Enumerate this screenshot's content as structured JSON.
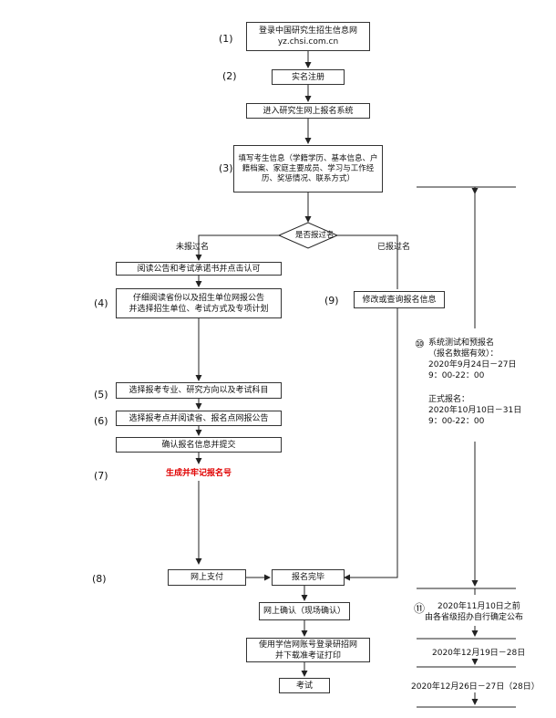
{
  "steps": [
    "(1)",
    "(2)",
    "(3)",
    "(4)",
    "(5)",
    "(6)",
    "(7)",
    "(8)",
    "(9)",
    "⑩",
    "⑪"
  ],
  "boxes": {
    "b1": "登录中国研究生招生信息网\nyz.chsi.com.cn",
    "b2": "实名注册",
    "b3": "进入研究生网上报名系统",
    "b4": "填写考生信息（学籍学历、基本信息、户籍档案、家庭主要成员、学习与工作经历、奖惩情况、联系方式）",
    "decision": "是否报过名",
    "b5": "阅读公告和考试承诺书并点击认可",
    "b6": "仔细阅读省份以及招生单位网报公告\n并选择招生单位、考试方式及专项计划",
    "b7": "选择报考专业、研究方向以及考试科目",
    "b8": "选择报考点并阅读省、报名点网报公告",
    "b9": "确认报名信息并提交",
    "b10": "生成并牢记报名号",
    "b11": "网上支付",
    "b12": "报名完毕",
    "b13": "网上确认（现场确认）",
    "b14": "使用学信网账号登录研招网\n并下载准考证打印",
    "b15": "考试",
    "b16": "修改或查询报名信息"
  },
  "labels": {
    "not_registered": "未报过名",
    "registered": "已报过名",
    "schedule_pre": "系统测试和预报名\n（报名数据有效）：\n2020年9月24日－27日\n9：00-22：00",
    "schedule_formal": "正式报名：\n2020年10月10日－31日\n9：00-22：00",
    "schedule_confirm_1": "2020年11月10日之前",
    "schedule_confirm_2": "由各省级招办自行确定公布",
    "schedule_print": "2020年12月19日－28日",
    "schedule_exam": "2020年12月26日－27日（28日）"
  }
}
